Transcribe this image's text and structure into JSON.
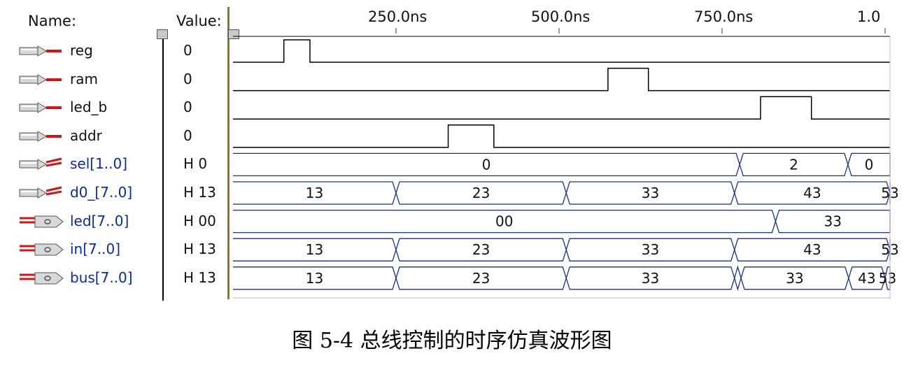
{
  "header": {
    "name_label": "Name:",
    "value_label": "Value:"
  },
  "timeline": {
    "ticks": [
      {
        "label": "250.0ns",
        "t": 250
      },
      {
        "label": "500.0ns",
        "t": 500
      },
      {
        "label": "750.0ns",
        "t": 750
      },
      {
        "label": "1.0",
        "t": 1000
      }
    ]
  },
  "signals": [
    {
      "name": "reg",
      "icon": "input-pin-icon",
      "value": "0",
      "kind": "bit",
      "init": 0,
      "transitions": [
        {
          "t": 78,
          "v": 1
        },
        {
          "t": 118,
          "v": 0
        }
      ]
    },
    {
      "name": "ram",
      "icon": "input-pin-icon",
      "value": "0",
      "kind": "bit",
      "init": 0,
      "transitions": [
        {
          "t": 575,
          "v": 1
        },
        {
          "t": 637,
          "v": 0
        }
      ]
    },
    {
      "name": "led_b",
      "icon": "input-pin-icon",
      "value": "0",
      "kind": "bit",
      "init": 0,
      "transitions": [
        {
          "t": 809,
          "v": 1
        },
        {
          "t": 887,
          "v": 0
        }
      ]
    },
    {
      "name": "addr",
      "icon": "input-pin-icon",
      "value": "0",
      "kind": "bit",
      "init": 0,
      "transitions": [
        {
          "t": 330,
          "v": 1
        },
        {
          "t": 400,
          "v": 0
        }
      ]
    },
    {
      "name": "sel[1..0]",
      "icon": "input-bus-pin-icon",
      "value": "H 0",
      "kind": "bus",
      "segments": [
        {
          "start": 0,
          "end": 777,
          "label": "0"
        },
        {
          "start": 777,
          "end": 943,
          "label": "2"
        },
        {
          "start": 943,
          "end": 1260,
          "label": "0"
        }
      ]
    },
    {
      "name": "d0_[7..0]",
      "icon": "input-bus-pin-icon",
      "value": "H 13",
      "kind": "bus",
      "segments": [
        {
          "start": 0,
          "end": 250,
          "label": "13"
        },
        {
          "start": 250,
          "end": 511,
          "label": "23"
        },
        {
          "start": 511,
          "end": 769,
          "label": "33"
        },
        {
          "start": 769,
          "end": 1018,
          "label": "43"
        },
        {
          "start": 1018,
          "end": 1260,
          "label": "53"
        }
      ]
    },
    {
      "name": "led[7..0]",
      "icon": "output-bus-pin-icon",
      "value": "H 00",
      "kind": "bus",
      "segments": [
        {
          "start": 0,
          "end": 832,
          "label": "00"
        },
        {
          "start": 832,
          "end": 1260,
          "label": "33"
        }
      ]
    },
    {
      "name": "in[7..0]",
      "icon": "output-bus-pin-icon",
      "value": "H 13",
      "kind": "bus",
      "segments": [
        {
          "start": 0,
          "end": 250,
          "label": "13"
        },
        {
          "start": 250,
          "end": 511,
          "label": "23"
        },
        {
          "start": 511,
          "end": 769,
          "label": "33"
        },
        {
          "start": 769,
          "end": 1027,
          "label": "43"
        },
        {
          "start": 1027,
          "end": 1260,
          "label": "53"
        }
      ]
    },
    {
      "name": "bus[7..0]",
      "icon": "output-bus-pin-icon",
      "value": "H 13",
      "kind": "bus",
      "segments": [
        {
          "start": 0,
          "end": 250,
          "label": "13"
        },
        {
          "start": 250,
          "end": 511,
          "label": "23"
        },
        {
          "start": 511,
          "end": 769,
          "label": "33"
        },
        {
          "start": 769,
          "end": 779,
          "label": ""
        },
        {
          "start": 779,
          "end": 944,
          "label": "33"
        },
        {
          "start": 944,
          "end": 1000,
          "label": "43"
        },
        {
          "start": 1000,
          "end": 1260,
          "label": "53"
        }
      ]
    }
  ],
  "caption": "图 5-4 总线控制的时序仿真波形图",
  "colors": {
    "bus_wave": "#1b2e9a",
    "bit_wave": "#000000",
    "name_bus": "#0b2aa8",
    "pin_red": "#d41414"
  }
}
